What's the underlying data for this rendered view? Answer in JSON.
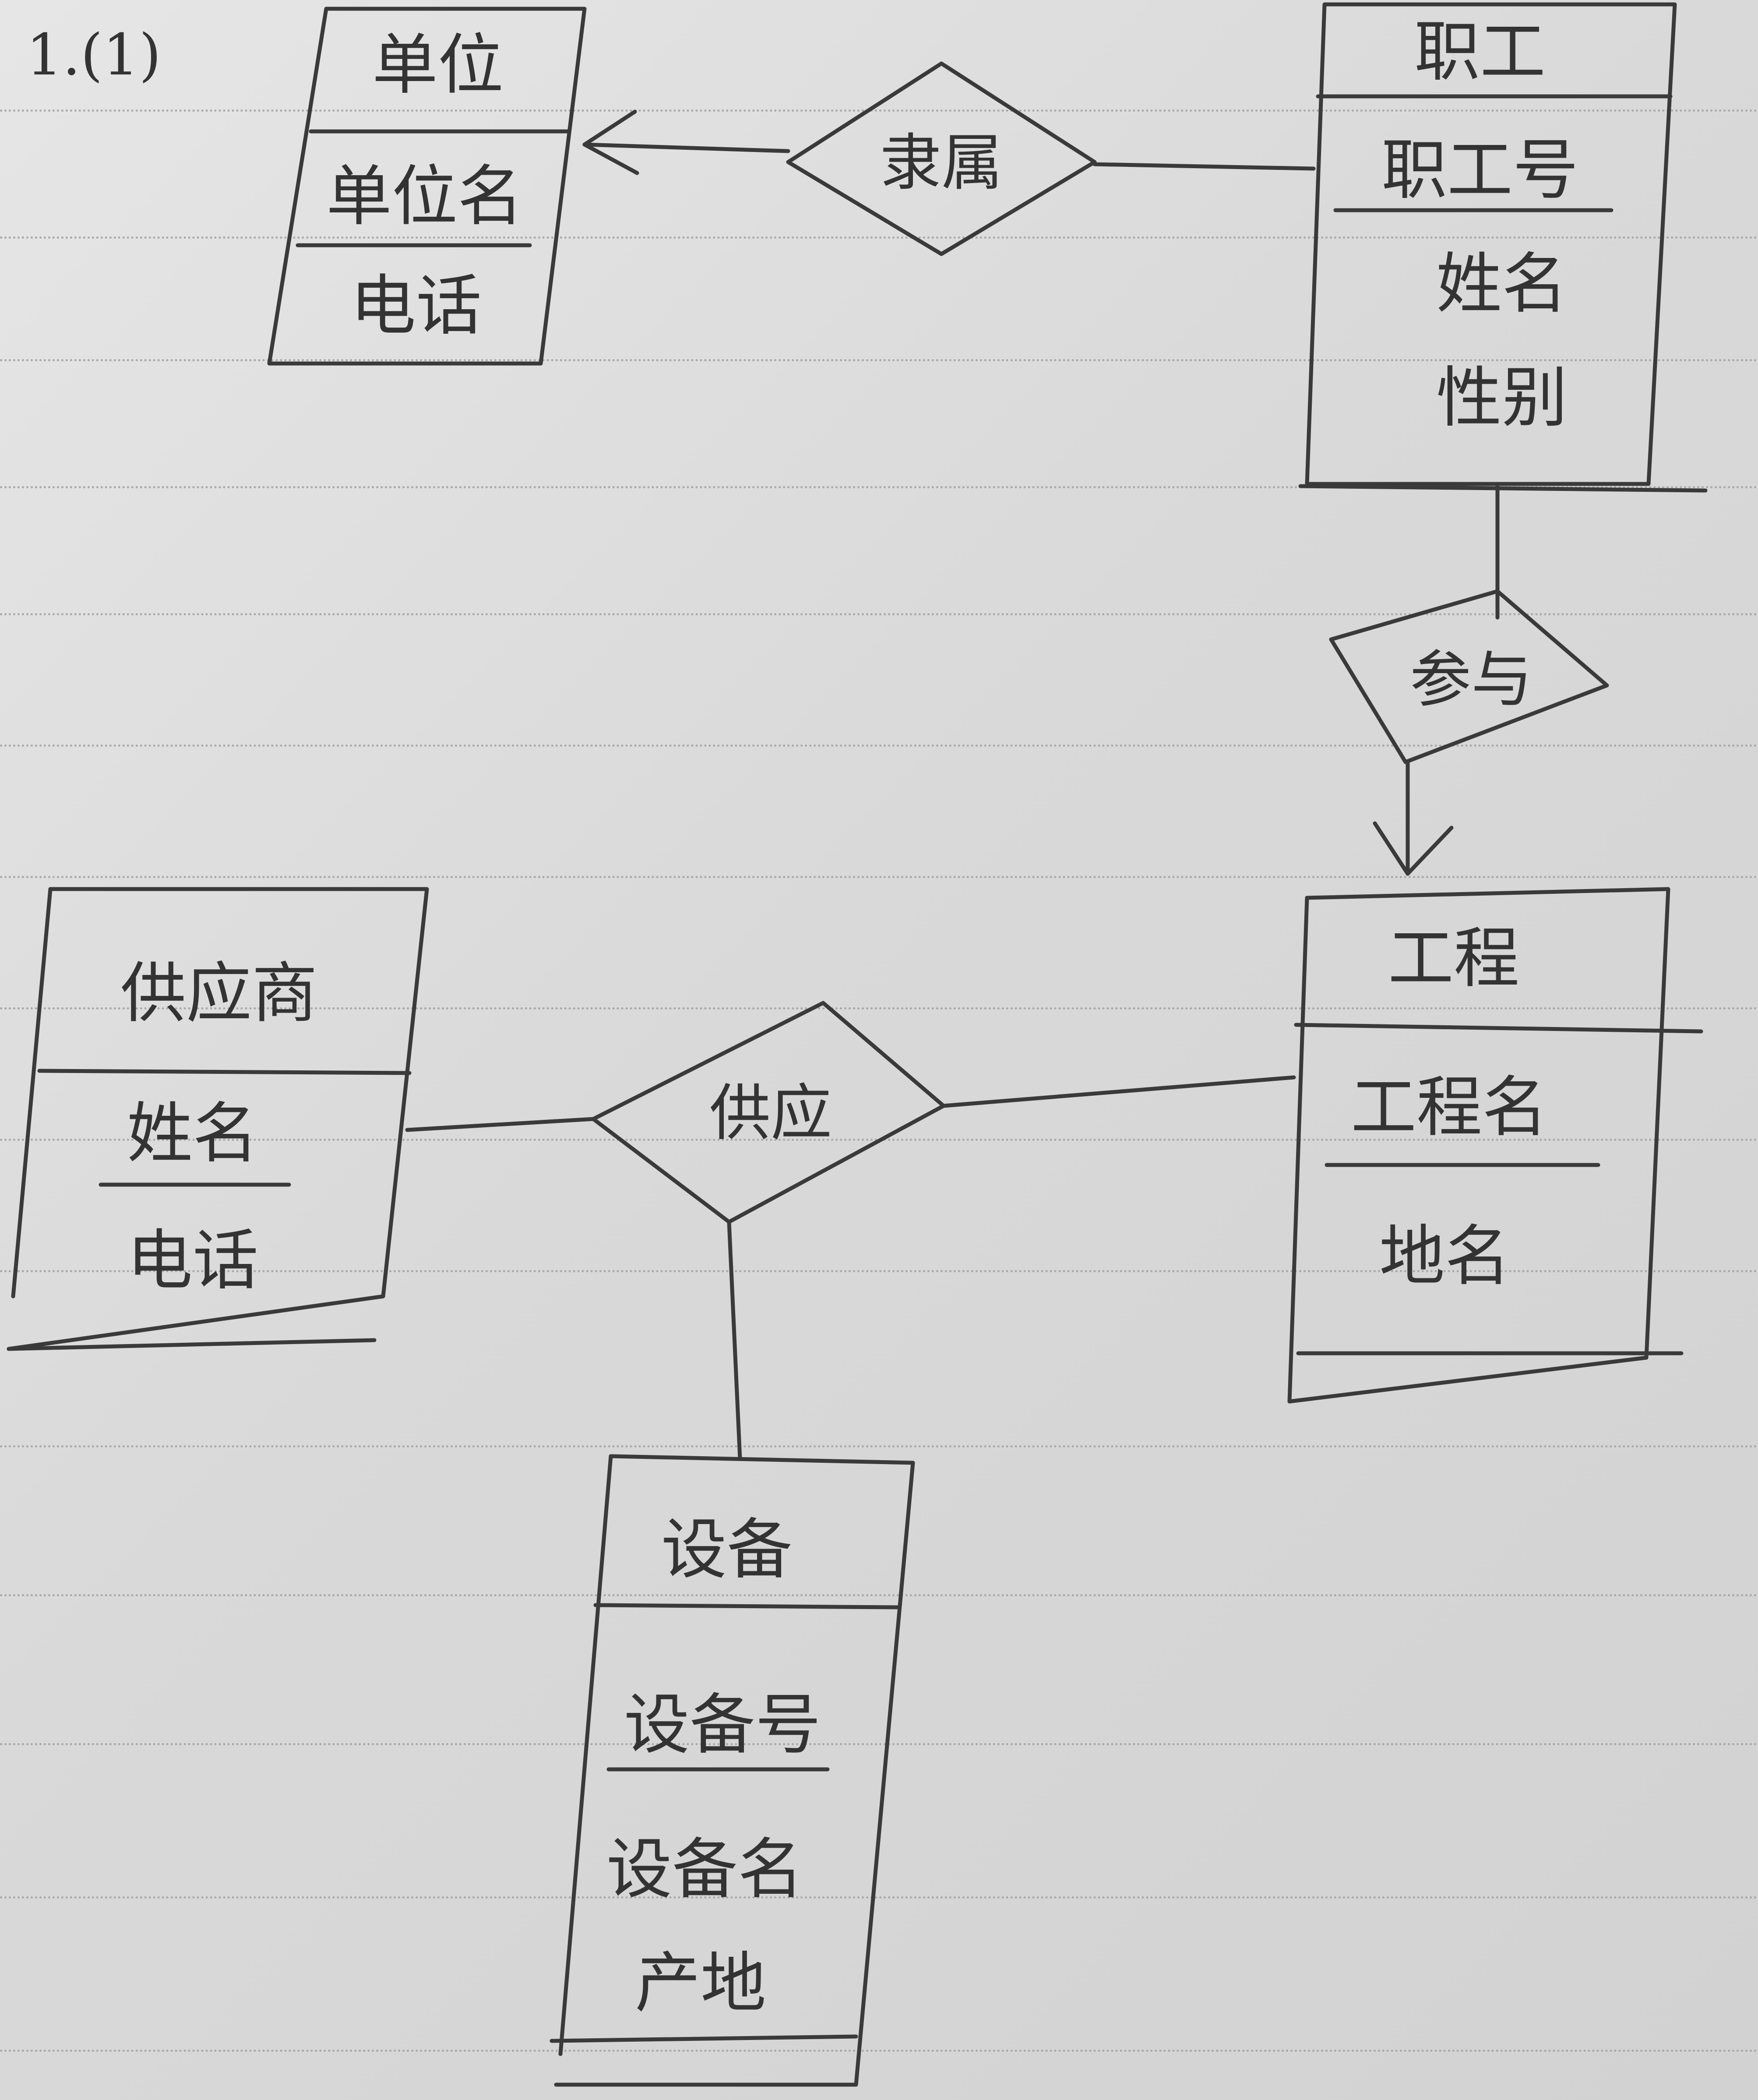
{
  "note": "1.(1)",
  "colors": {
    "ink": "#3a3a3a",
    "paper": "#e0e0e0",
    "rule": "#a8a8a8"
  },
  "entities": {
    "unit": {
      "name": "单位",
      "attributes": [
        "单位名",
        "电话"
      ]
    },
    "employee": {
      "name": "职工",
      "attributes": [
        "职工号",
        "姓名",
        "性别"
      ]
    },
    "supplier": {
      "name": "供应商",
      "attributes": [
        "姓名",
        "电话"
      ]
    },
    "project": {
      "name": "工程",
      "attributes": [
        "工程名",
        "地名"
      ]
    },
    "equipment": {
      "name": "设备",
      "attributes": [
        "设备号",
        "设备名",
        "产地"
      ]
    }
  },
  "relationships": {
    "belongs": {
      "name": "隶属"
    },
    "participates": {
      "name": "参与"
    },
    "supplies": {
      "name": "供应"
    }
  }
}
